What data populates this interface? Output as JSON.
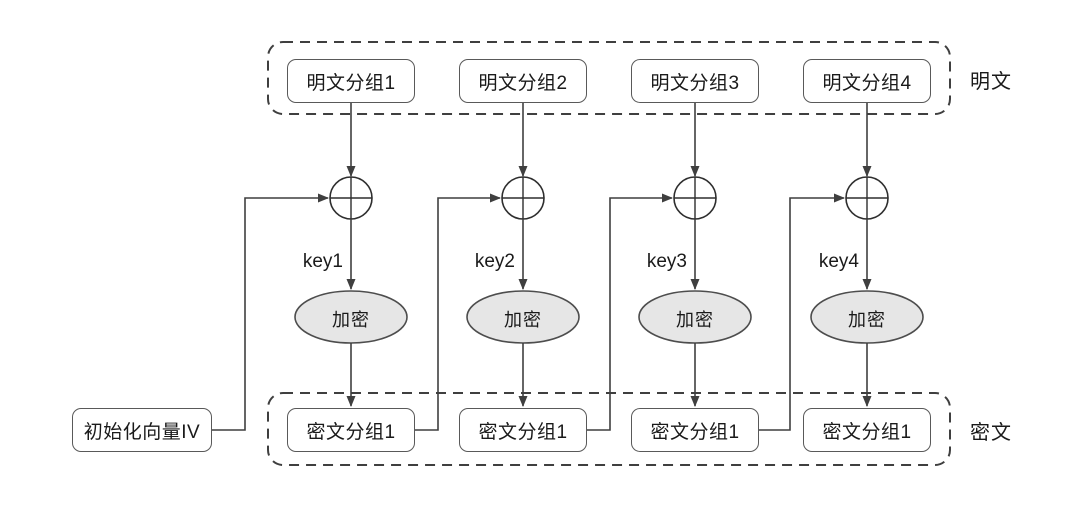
{
  "diagram": {
    "group_labels": {
      "plaintext": "明文",
      "ciphertext": "密文"
    },
    "iv_label": "初始化向量IV",
    "columns": [
      {
        "plaintext": "明文分组1",
        "key": "key1",
        "encrypt": "加密",
        "ciphertext": "密文分组1"
      },
      {
        "plaintext": "明文分组2",
        "key": "key2",
        "encrypt": "加密",
        "ciphertext": "密文分组1"
      },
      {
        "plaintext": "明文分组3",
        "key": "key3",
        "encrypt": "加密",
        "ciphertext": "密文分组1"
      },
      {
        "plaintext": "明文分组4",
        "key": "key4",
        "encrypt": "加密",
        "ciphertext": "密文分组1"
      }
    ],
    "colors": {
      "line": "#3f3f3f",
      "box_border": "#595959",
      "ellipse_fill": "#e6e6e6",
      "background": "#ffffff"
    }
  }
}
